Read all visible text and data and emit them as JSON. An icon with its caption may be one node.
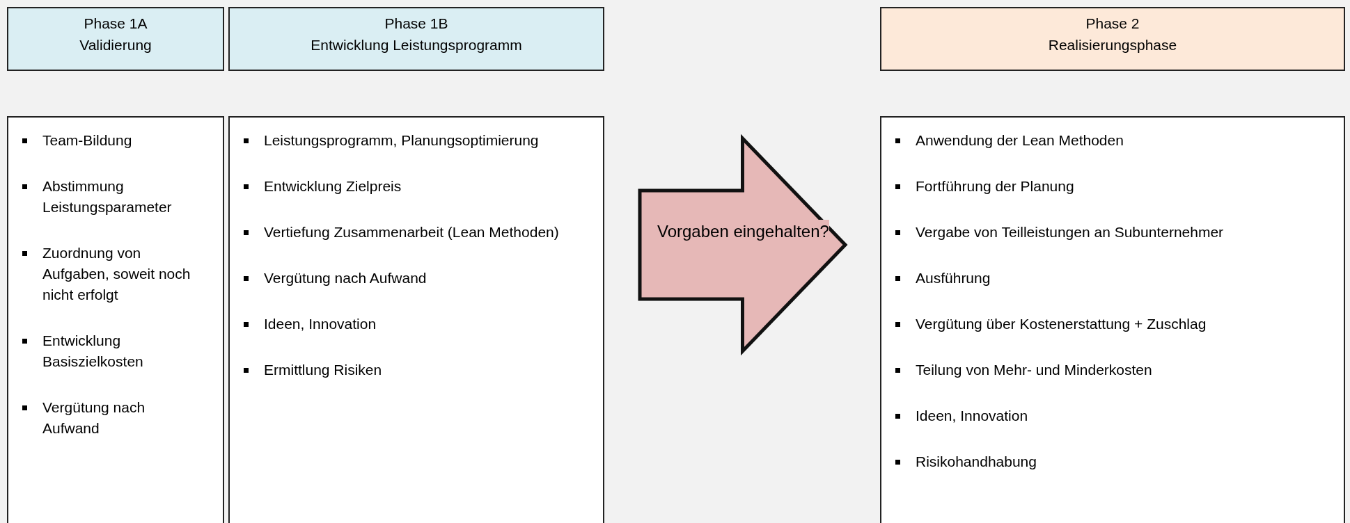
{
  "diagram": {
    "nodes": [
      {
        "text": [
          "Phase 1A",
          "Validierung"
        ]
      },
      {
        "text": [
          "Phase 1B",
          "Entwicklung Leistungsprogramm"
        ]
      },
      {
        "text": [
          "Phase 2",
          "Realisierungsphase"
        ]
      },
      {
        "text": [
          "Team-Bildung",
          "Abstimmung Leistungsparameter",
          "Zuordnung von Aufgaben, soweit noch nicht erfolgt",
          "Entwicklung Basiszielkosten",
          "Vergütung nach Aufwand"
        ]
      },
      {
        "text": [
          "Leistungsprogramm, Planungsoptimierung",
          "Entwicklung Zielpreis",
          "Vertiefung Zusammenarbeit (Lean Methoden)",
          "Vergütung nach Aufwand",
          "Ideen, Innovation",
          "Ermittlung  Risiken"
        ]
      },
      {
        "text": [
          "Anwendung der Lean Methoden",
          "Fortführung der Planung",
          "Vergabe von Teilleistungen an Subunternehmer",
          "Ausführung",
          "Vergütung über Kostenerstattung + Zuschlag",
          "Teilung von Mehr- und Minderkosten",
          "Ideen, Innovation",
          "Risikohandhabung"
        ]
      }
    ],
    "edges": [
      {
        "from": 4,
        "to": 5,
        "arrow": "to",
        "label": "Vorgaben eingehalten?"
      }
    ]
  }
}
